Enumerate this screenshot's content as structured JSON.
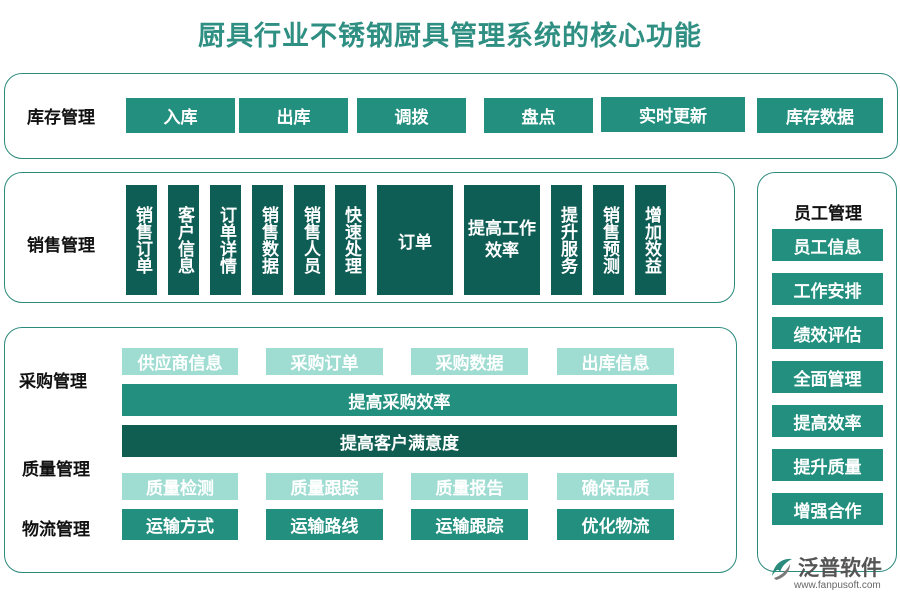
{
  "title": "厨具行业不锈钢厨具管理系统的核心功能",
  "colors": {
    "accent": "#2e8f82",
    "teal": "#23907f",
    "dark": "#0f5e55",
    "light": "#9fdcd1"
  },
  "inventory": {
    "label": "库存管理",
    "items": [
      "入库",
      "出库",
      "调拨",
      "盘点",
      "实时更新",
      "库存数据"
    ]
  },
  "sales": {
    "label": "销售管理",
    "items": [
      "销售订单",
      "客户信息",
      "订单详情",
      "销售数据",
      "销售人员",
      "快速处理",
      "订单",
      "提高工作效率",
      "提升服务",
      "销售预测",
      "增加效益"
    ]
  },
  "employee": {
    "label": "员工管理",
    "items": [
      "员工信息",
      "工作安排",
      "绩效评估",
      "全面管理",
      "提高效率",
      "提升质量",
      "增强合作"
    ]
  },
  "purchase": {
    "label": "采购管理",
    "items": [
      "供应商信息",
      "采购订单",
      "采购数据",
      "出库信息"
    ],
    "bar": "提高采购效率"
  },
  "quality": {
    "label": "质量管理",
    "bar": "提高客户满意度",
    "items": [
      "质量检测",
      "质量跟踪",
      "质量报告",
      "确保品质"
    ]
  },
  "logistics": {
    "label": "物流管理",
    "items": [
      "运输方式",
      "运输路线",
      "运输跟踪",
      "优化物流"
    ]
  },
  "logo": {
    "name": "泛普软件",
    "url": "www.fanpusoft.com"
  }
}
